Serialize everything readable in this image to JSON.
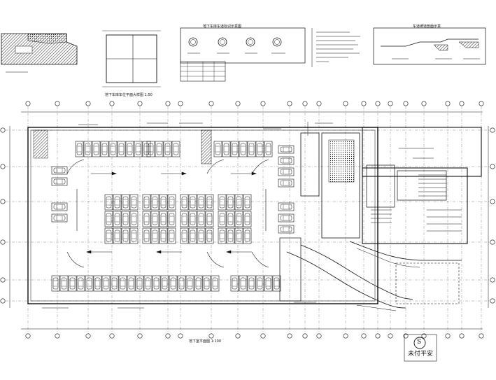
{
  "drawing": {
    "plan_caption": "地下室平面图",
    "plan_scale": "1:100",
    "detail_caption": "地下车库车位平面大样图",
    "detail_scale": "1:50",
    "legend_title": "地下车库车道标识示意图",
    "section_title": "车道坡道剖面示意",
    "stamp_text": "未付平安",
    "stamp_symbol": "S"
  },
  "colors": {
    "line": "#111111",
    "paper": "#ffffff"
  }
}
